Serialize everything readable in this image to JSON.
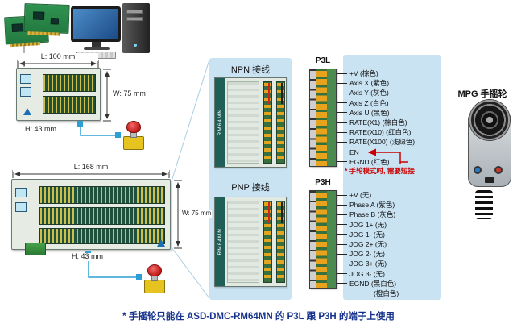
{
  "colors": {
    "panel-bg": "#c9e3f3",
    "accent-blue": "#2e9fd4",
    "alert-red": "#cc0000",
    "caption-blue": "#16328c"
  },
  "dimensions": {
    "module1_length": "L: 100 mm",
    "module1_width": "W: 75 mm",
    "module1_height": "H: 43 mm",
    "module2_length": "L: 168 mm",
    "module2_width": "W: 75 mm",
    "module2_height": "H: 43 mm"
  },
  "wiring_panel": {
    "npn_title": "NPN 接线",
    "pnp_title": "PNP 接线",
    "module_name": "RM64MN"
  },
  "p3l": {
    "title": "P3L",
    "pins": [
      "+V (棕色)",
      "Axis X (紫色)",
      "Axis Y (灰色)",
      "Axis Z (白色)",
      "Axis U (黑色)",
      "RATE(X1) (棕白色)",
      "RATE(X10) (红白色)",
      "RATE(X100) (浅绿色)",
      "EN",
      "EGND (红色)"
    ],
    "note": "* 手轮模式时, 需要短接"
  },
  "p3h": {
    "title": "P3H",
    "pins": [
      "+V (无)",
      "Phase A (紫色)",
      "Phase B (灰色)",
      "JOG 1+ (无)",
      "JOG 1- (无)",
      "JOG 2+ (无)",
      "JOG 2- (无)",
      "JOG 3+ (无)",
      "JOG 3- (无)",
      "EGND (黑白色)",
      "(橙白色)"
    ]
  },
  "mpg": {
    "label": "MPG 手摇轮"
  },
  "caption": {
    "prefix": "* 手摇轮只能在 ",
    "model": "ASD-DMC-RM64MN",
    "suffix": " 的 P3L 跟 P3H 的端子上使用"
  }
}
